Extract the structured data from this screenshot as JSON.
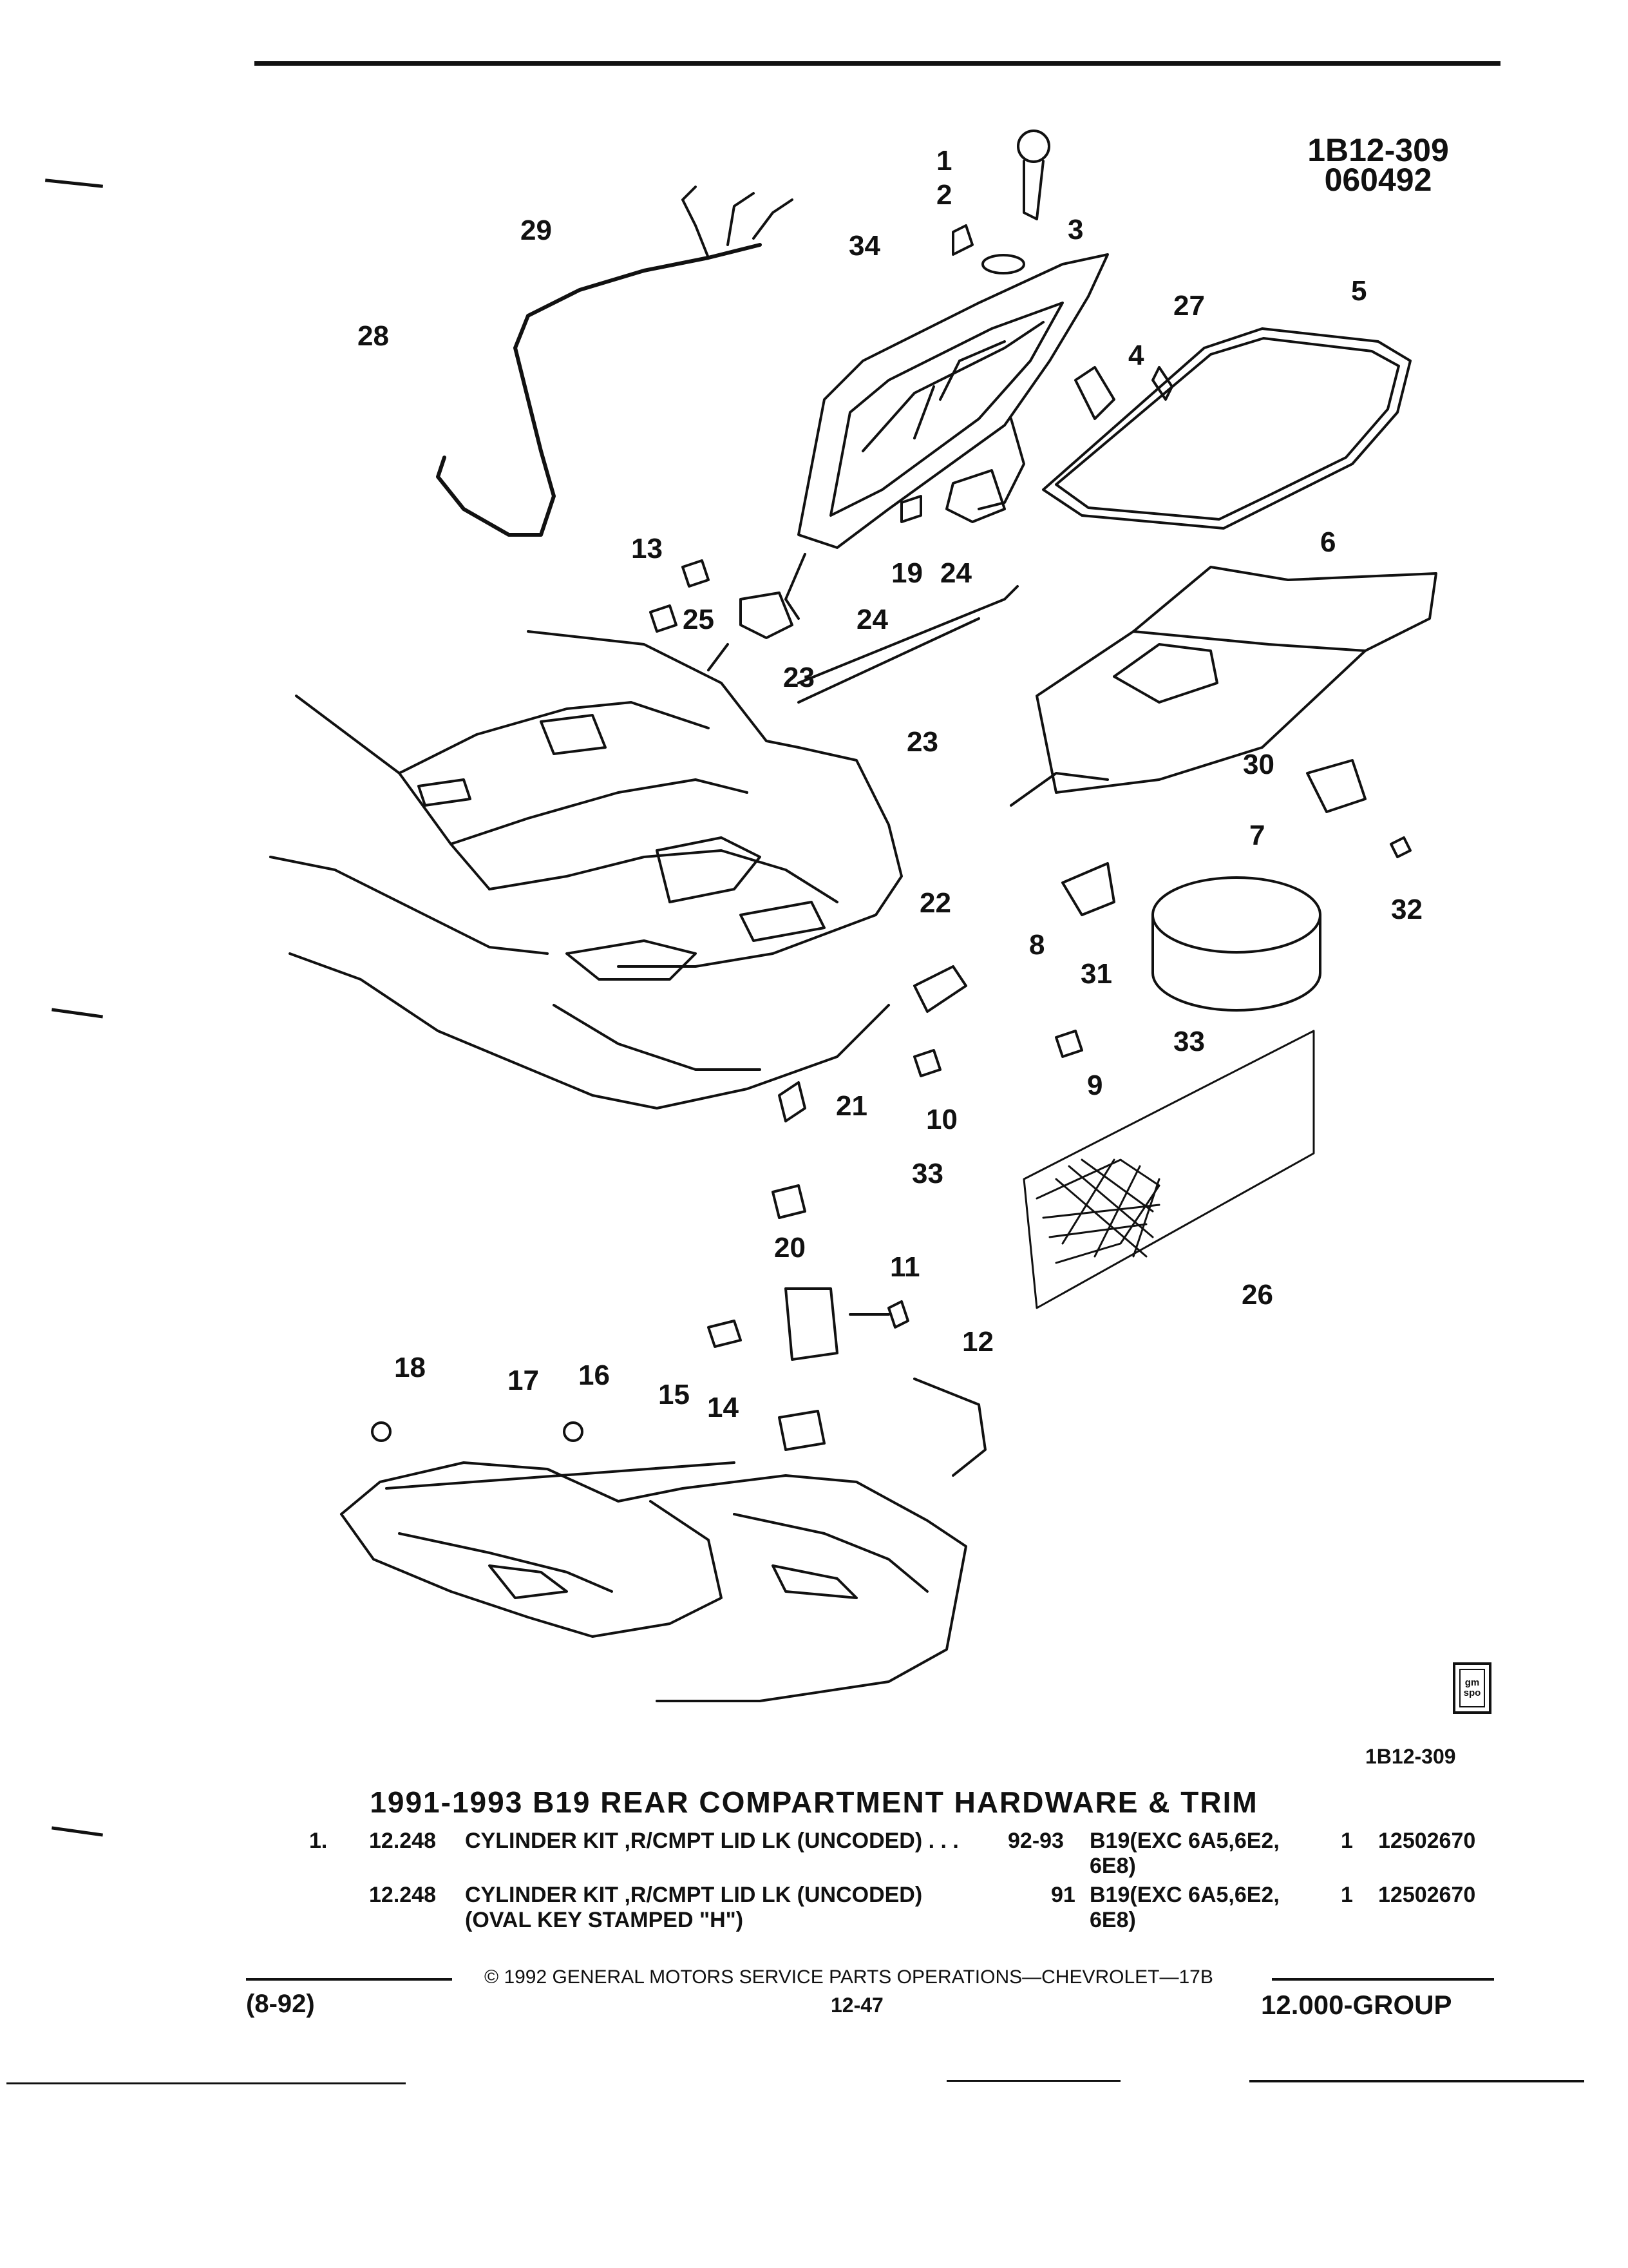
{
  "header": {
    "code_line1": "1B12-309",
    "code_line2": "060492"
  },
  "diagram": {
    "callouts": [
      "1",
      "2",
      "3",
      "4",
      "5",
      "6",
      "7",
      "8",
      "9",
      "10",
      "11",
      "12",
      "13",
      "14",
      "15",
      "16",
      "17",
      "18",
      "19",
      "20",
      "21",
      "22",
      "23",
      "24",
      "25",
      "26",
      "27",
      "28",
      "29",
      "30",
      "31",
      "32",
      "33",
      "34"
    ]
  },
  "figure_code": "1B12-309",
  "logo_text": {
    "line1": "gm",
    "line2": "spo"
  },
  "section_title": "1991-1993 B19 REAR COMPARTMENT HARDWARE & TRIM",
  "parts": [
    {
      "item": "1.",
      "group": "12.248",
      "desc": "CYLINDER KIT ,R/CMPT LID LK (UNCODED) . . .",
      "desc2": "",
      "years": "92-93",
      "usage": "B19(EXC 6A5,6E2,",
      "usage2": "6E8)",
      "qty": "1",
      "part_no": "12502670"
    },
    {
      "item": "",
      "group": "12.248",
      "desc": "CYLINDER KIT ,R/CMPT LID LK (UNCODED)",
      "desc2": "(OVAL KEY STAMPED \"H\")",
      "years": "91",
      "usage": "B19(EXC 6A5,6E2,",
      "usage2": "6E8)",
      "qty": "1",
      "part_no": "12502670"
    }
  ],
  "footer": {
    "copyright": "©  1992  GENERAL MOTORS SERVICE PARTS OPERATIONS—CHEVROLET—17B",
    "date": "(8-92)",
    "page": "12-47",
    "group": "12.000-GROUP"
  }
}
